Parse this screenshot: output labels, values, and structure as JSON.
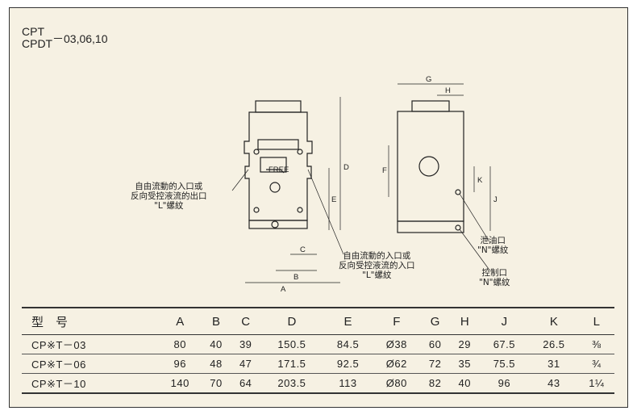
{
  "title": {
    "line1": "CPT",
    "line2": "CPDT",
    "suffix": "－03,06,10"
  },
  "drawing": {
    "front_label": "FREE",
    "dims": {
      "a": "A",
      "b": "B",
      "c": "C",
      "d": "D",
      "e": "E",
      "f": "F",
      "g": "G",
      "h": "H",
      "j": "J",
      "k": "K"
    },
    "callouts": {
      "left_port": [
        "自由流動的入口或",
        "反向受控液流的出口",
        "\"L\"螺紋"
      ],
      "right_port": [
        "自由流動的入口或",
        "反向受控液流的入口",
        "\"L\"螺紋"
      ],
      "drain_port": [
        "泄油口",
        "\"N\"螺紋"
      ],
      "pilot_port": [
        "控制口",
        "\"N\"螺紋"
      ]
    }
  },
  "table": {
    "headers": [
      "型　号",
      "A",
      "B",
      "C",
      "D",
      "E",
      "F",
      "G",
      "H",
      "J",
      "K",
      "L"
    ],
    "rows": [
      [
        "CP※T－03",
        "80",
        "40",
        "39",
        "150.5",
        "84.5",
        "Ø38",
        "60",
        "29",
        "67.5",
        "26.5",
        "⅜"
      ],
      [
        "CP※T－06",
        "96",
        "48",
        "47",
        "171.5",
        "92.5",
        "Ø62",
        "72",
        "35",
        "75.5",
        "31",
        "¾"
      ],
      [
        "CP※T－10",
        "140",
        "70",
        "64",
        "203.5",
        "113",
        "Ø80",
        "82",
        "40",
        "96",
        "43",
        "1¼"
      ]
    ]
  }
}
